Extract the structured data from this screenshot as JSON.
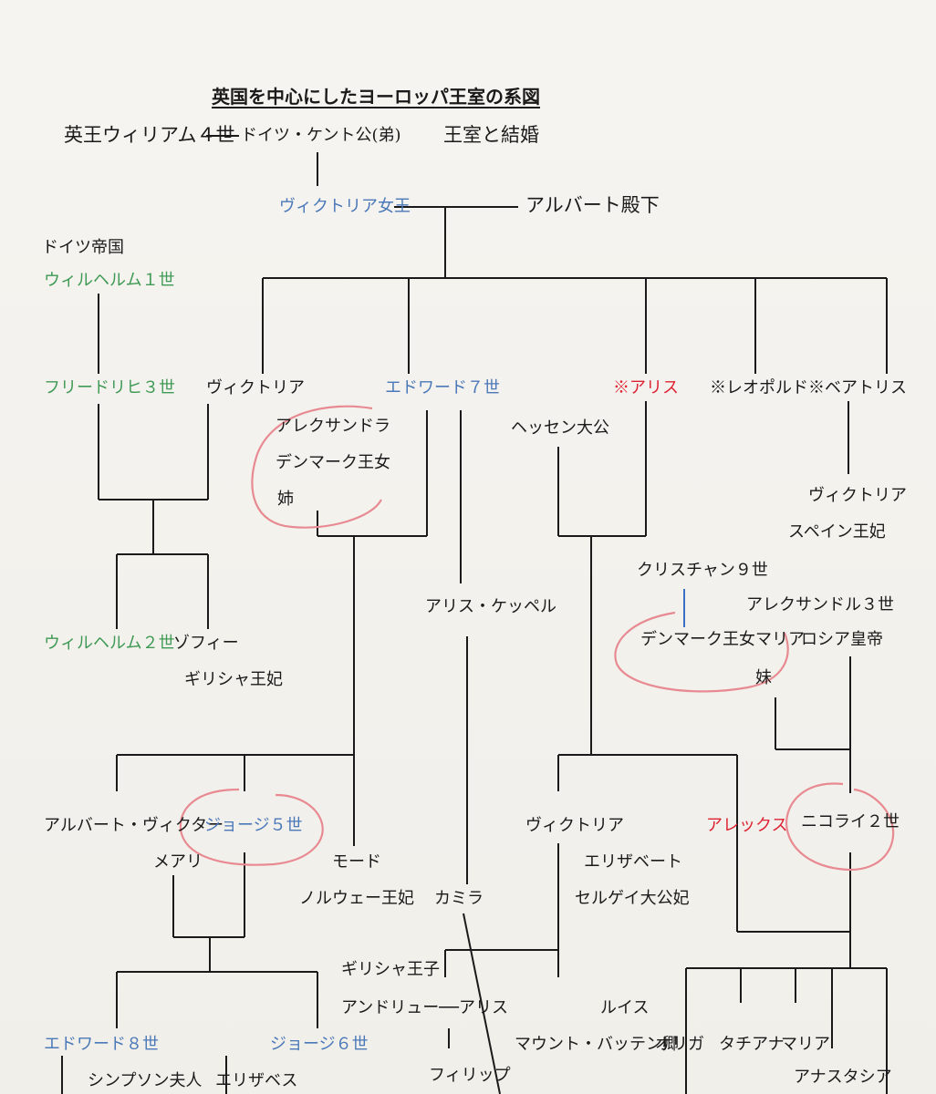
{
  "colors": {
    "ink": "#1a1a1a",
    "blue": "#4a78b8",
    "green": "#3f9a55",
    "red": "#dd2233",
    "annotation": "#e88a92",
    "connector_blue": "#3a6fc4"
  },
  "title": "英国を中心にしたヨーロッパ王室の系図",
  "header": {
    "william4": "英王ウィリアム４世",
    "kent": "ドイツ・ケント公(弟)",
    "marriage_note": "王室と結婚"
  },
  "victoria_queen": "ヴィクトリア女王",
  "albert": "アルバート殿下",
  "germany_empire": "ドイツ帝国",
  "wilhelm1": "ウィルヘルム１世",
  "friedrich3": "フリードリヒ３世",
  "victoria_princess": "ヴィクトリア",
  "alexandra": {
    "name": "アレクサンドラ",
    "title": "デンマーク王女",
    "note": "姉"
  },
  "edward7": "エドワード７世",
  "alice": "※アリス",
  "leopold_beatrice": "※レオポルド※ベアトリス",
  "hessen": "ヘッセン大公",
  "victoria_spain": {
    "name": "ヴィクトリア",
    "title": "スペイン王妃"
  },
  "christian9": "クリスチャン９世",
  "alexander3": "アレクサンドル３世",
  "russia_emperor": "ロシア皇帝",
  "dagmar": {
    "name": "デンマーク王女マリア",
    "note": "妹"
  },
  "alice_keppel": "アリス・ケッペル",
  "wilhelm2": "ウィルヘルム２世",
  "sophie": {
    "name": "ゾフィー",
    "title": "ギリシャ王妃"
  },
  "albert_victor": "アルバート・ヴィクター",
  "george5": "ジョージ５世",
  "mary": "メアリ",
  "maud": {
    "name": "モード",
    "title": "ノルウェー王妃"
  },
  "camilla": "カミラ",
  "victoria_hessen": "ヴィクトリア",
  "elizabeth": {
    "name": "エリザベート",
    "title": "セルゲイ大公妃"
  },
  "alix": "アレックス",
  "nicholas2": "ニコライ２世",
  "greek_prince": "ギリシャ王子",
  "andrew_alice": "アンドリュー──アリス",
  "louis": "ルイス",
  "mountbatten": "マウント・バッテン卿",
  "olga": "オリガ",
  "tatiana": "タチアナ",
  "maria": "マリア",
  "anastasia": "アナスタシア",
  "edward8": "エドワード８世",
  "george6": "ジョージ６世",
  "simpson": "シンプソン夫人",
  "elizabeth_qm": "エリザベス",
  "philip": "フィリップ"
}
